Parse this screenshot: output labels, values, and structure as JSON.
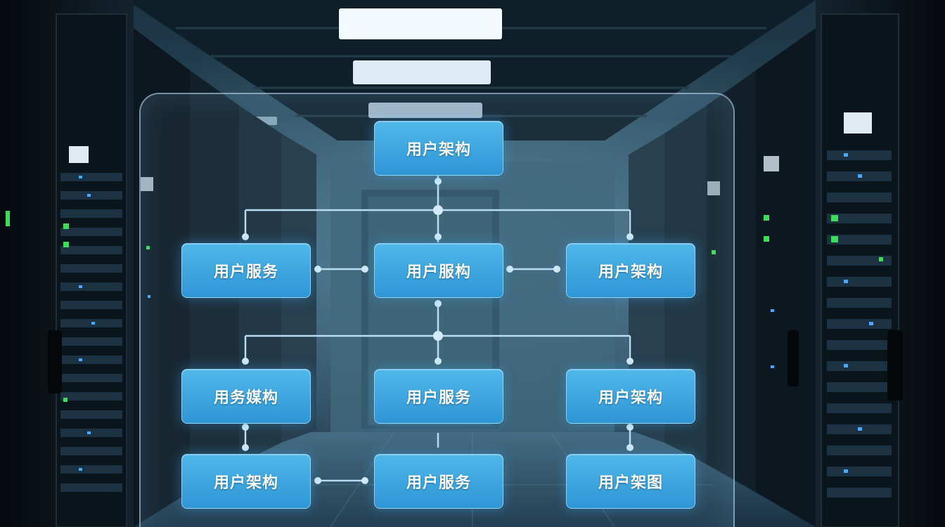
{
  "diagram": {
    "nodes": [
      {
        "id": "n-top",
        "label": "用户架构"
      },
      {
        "id": "n-mid-left",
        "label": "用户服务"
      },
      {
        "id": "n-mid-center",
        "label": "用户服构"
      },
      {
        "id": "n-mid-right",
        "label": "用户架构"
      },
      {
        "id": "n-r3-left",
        "label": "用务媒构"
      },
      {
        "id": "n-r3-center",
        "label": "用户服务"
      },
      {
        "id": "n-r3-right",
        "label": "用户架构"
      },
      {
        "id": "n-r4-left",
        "label": "用户架构"
      },
      {
        "id": "n-r4-center",
        "label": "用户服务"
      },
      {
        "id": "n-r4-right",
        "label": "用户架图"
      }
    ],
    "connections": [
      {
        "from": "n-top",
        "to": "n-mid-left"
      },
      {
        "from": "n-top",
        "to": "n-mid-center"
      },
      {
        "from": "n-top",
        "to": "n-mid-right"
      },
      {
        "from": "n-mid-left",
        "to": "n-mid-center"
      },
      {
        "from": "n-mid-center",
        "to": "n-mid-right"
      },
      {
        "from": "n-mid-center",
        "to": "n-r3-left"
      },
      {
        "from": "n-mid-center",
        "to": "n-r3-center"
      },
      {
        "from": "n-mid-center",
        "to": "n-r3-right"
      },
      {
        "from": "n-r3-left",
        "to": "n-r4-left"
      },
      {
        "from": "n-r3-center",
        "to": "n-r4-center"
      },
      {
        "from": "n-r3-right",
        "to": "n-r4-right"
      },
      {
        "from": "n-r4-left",
        "to": "n-r4-center"
      }
    ]
  },
  "colors": {
    "node_fill": "#3aa6e0",
    "connector": "#b8dcf2",
    "panel_border": "#c8e6ff",
    "rack_led_green": "#3ddc5a",
    "rack_led_blue": "#4aa8ff"
  }
}
